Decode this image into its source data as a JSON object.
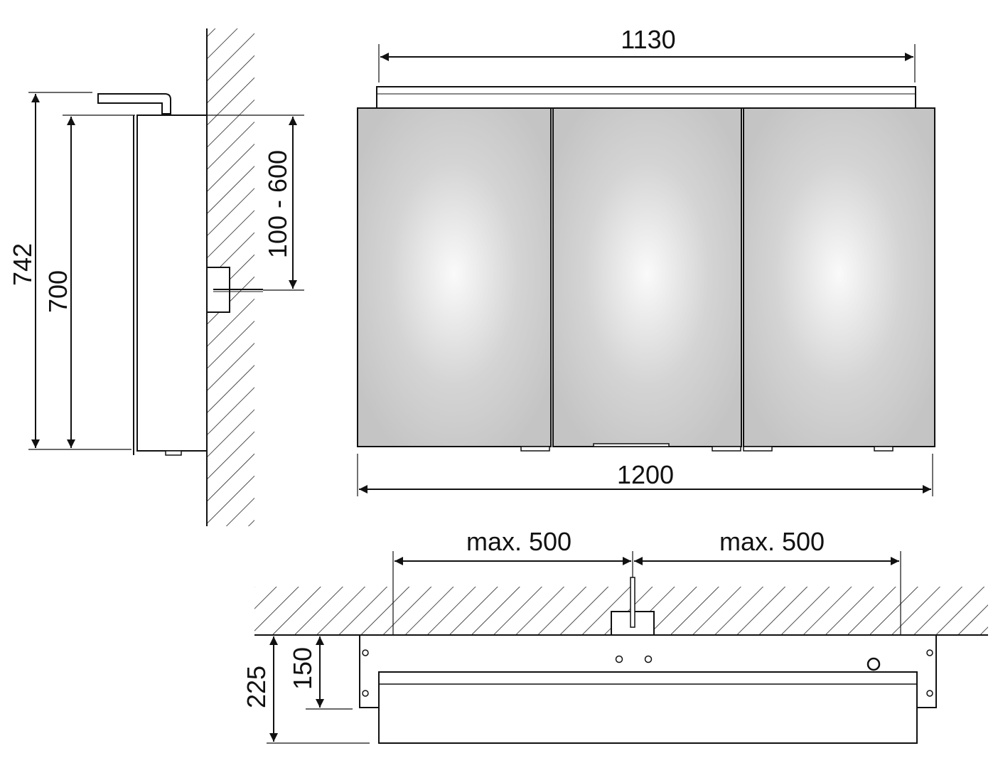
{
  "side_view": {
    "height_total": "742",
    "height_cabinet": "700",
    "socket_range": "100 - 600"
  },
  "front_view": {
    "light_width": "1130",
    "cabinet_width": "1200",
    "door_count": 3
  },
  "top_view": {
    "left_max": "max. 500",
    "right_max": "max. 500",
    "depth_total": "225",
    "depth_body": "150"
  }
}
